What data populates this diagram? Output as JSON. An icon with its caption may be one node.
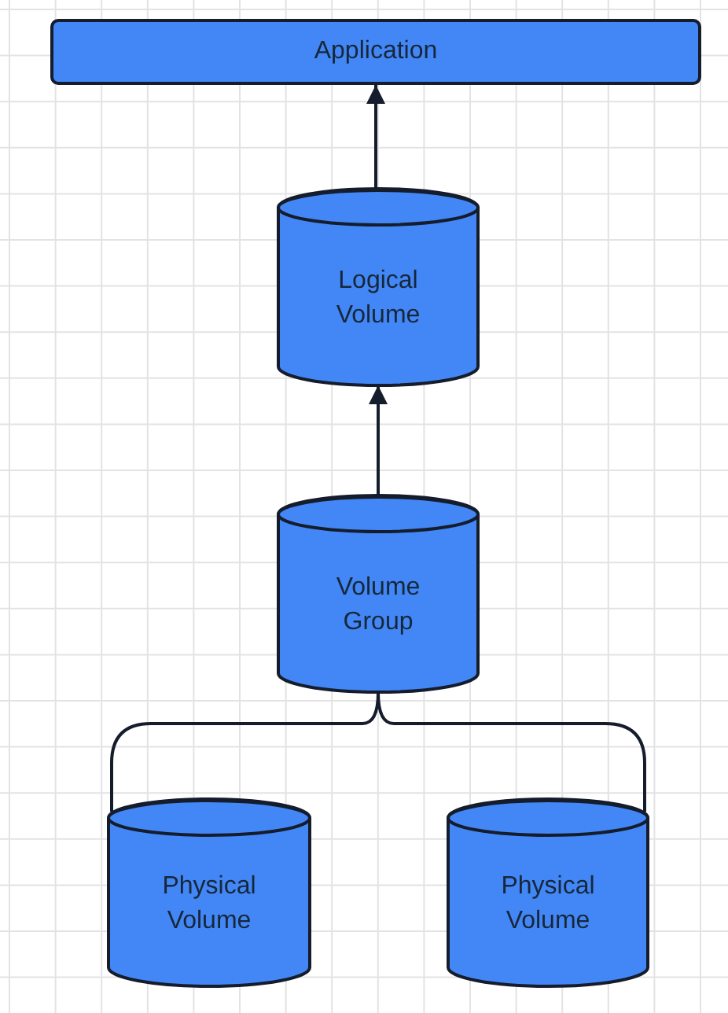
{
  "diagram": {
    "nodes": [
      {
        "text": [
          "Application"
        ]
      },
      {
        "text": [
          "Logical Volume"
        ]
      },
      {
        "text": [
          "Volume Group"
        ]
      },
      {
        "text": [
          "Physical Volume"
        ]
      },
      {
        "text": [
          "Physical Volume"
        ]
      }
    ],
    "edges": [
      {
        "from": 1,
        "to": 0,
        "arrow": "to"
      },
      {
        "from": 2,
        "to": 1,
        "arrow": "to"
      },
      {
        "from": 3,
        "to": 2,
        "arrow": "none"
      },
      {
        "from": 4,
        "to": 2,
        "arrow": "none"
      }
    ]
  }
}
